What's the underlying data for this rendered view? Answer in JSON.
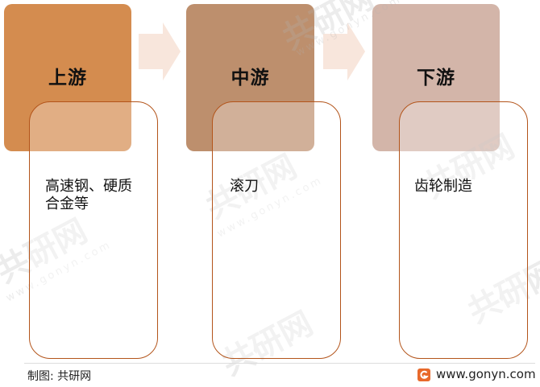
{
  "stages": [
    {
      "title": "上游",
      "detail": "高速钢、硬质合金等",
      "color": "#d48c4f"
    },
    {
      "title": "中游",
      "detail": "滚刀",
      "color": "#bd8f6d"
    },
    {
      "title": "下游",
      "detail": "齿轮制造",
      "color": "#d3b5a9"
    }
  ],
  "arrow_color": "#f8e6dc",
  "card_border_color": "#b3541a",
  "footer": {
    "source": "制图: 共研网",
    "url": "www.gonyn.com",
    "logo_icon": "gonyn-logo-icon"
  },
  "watermark": {
    "text": "共研网",
    "subtext": "www.gonyn.com"
  }
}
